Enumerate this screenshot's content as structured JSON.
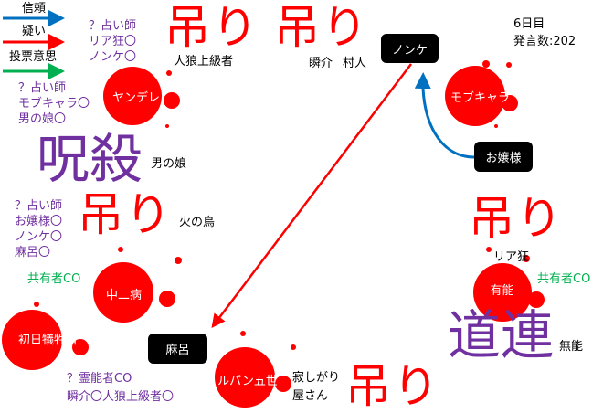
{
  "legend": [
    {
      "label": "信頼",
      "color": "#0070c0"
    },
    {
      "label": "疑い",
      "color": "#ff0000"
    },
    {
      "label": "投票意思",
      "color": "#00b050"
    }
  ],
  "status": {
    "day": "6日目",
    "posts": "発言数:202"
  },
  "nodes": {
    "nonke": "ノンケ",
    "mob": "モブキャラ",
    "ojousama": "お嬢様",
    "yandere": "ヤンデレ",
    "chuunibyou": "中二病",
    "shonichi": "初日犠牲者",
    "maro": "麻呂",
    "lupin": "ルパン五世",
    "yuunou": "有能"
  },
  "marks": {
    "hang": "吊り",
    "curse": "呪殺",
    "michizure": "道連"
  },
  "roles": {
    "yandere": "人狼上級者",
    "nonke_1": "瞬介",
    "nonke_2": "村人",
    "curse_victim": "男の娘",
    "chuuni": "火の鳥",
    "lupin_1": "寂しがり",
    "lupin_2": "屋さん",
    "yuunou_role": "リア狂",
    "muunou": "無能"
  },
  "notes": {
    "yandere_seer": [
      "？占い師",
      "リア狂〇",
      "ノンケ〇"
    ],
    "left_seer": [
      "？占い師",
      "モブキャラ〇",
      "男の娘〇"
    ],
    "chuuni_seer": [
      "？占い師",
      "お嬢様〇",
      "ノンケ〇",
      "麻呂〇"
    ],
    "medium": [
      "？霊能者CO",
      "瞬介〇人狼上級者〇"
    ],
    "co_left": "共有者CO",
    "co_right": "共有者CO"
  },
  "colors": {
    "trust": "#0070c0",
    "doubt": "#ff0000",
    "vote": "#00b050",
    "blood": "#ff0000",
    "purple": "#7030a0"
  }
}
